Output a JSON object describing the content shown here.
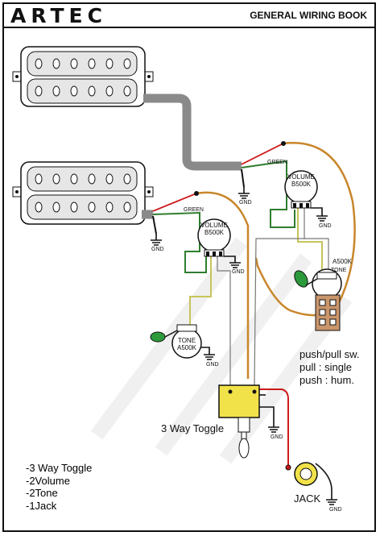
{
  "header": {
    "brand": "ARTEC",
    "book_title": "GENERAL WIRING BOOK"
  },
  "diagram": {
    "labels": {
      "gnd": "GND",
      "green": "GREEN",
      "volume_pot": "VOLUME",
      "volume_pot_value": "B500K",
      "tone_pot": "TONE",
      "tone_pot_value": "A500K",
      "pushpull_value": "A500K",
      "pushpull_tone": "TONE",
      "toggle": "3 Way Toggle",
      "jack": "JACK"
    },
    "pushpull_notes": [
      "push/pull sw.",
      "pull : single",
      "push : hum."
    ],
    "legend": [
      "-3 Way Toggle",
      "-2Volume",
      "-2Tone",
      "-1Jack"
    ],
    "colors": {
      "orange_wire": "#c8862b",
      "red_wire": "#cc1a1a",
      "green_wire": "#2f7d2f",
      "black_wire": "#111111",
      "yellow_wire": "#c9c35a",
      "cable_gray": "#8a8a8a",
      "toggle_yellow": "#f2e24a",
      "switch_tan": "#c9956a",
      "capacitor_green": "#2c9a3a",
      "watermark": "#f2f2f2"
    }
  }
}
